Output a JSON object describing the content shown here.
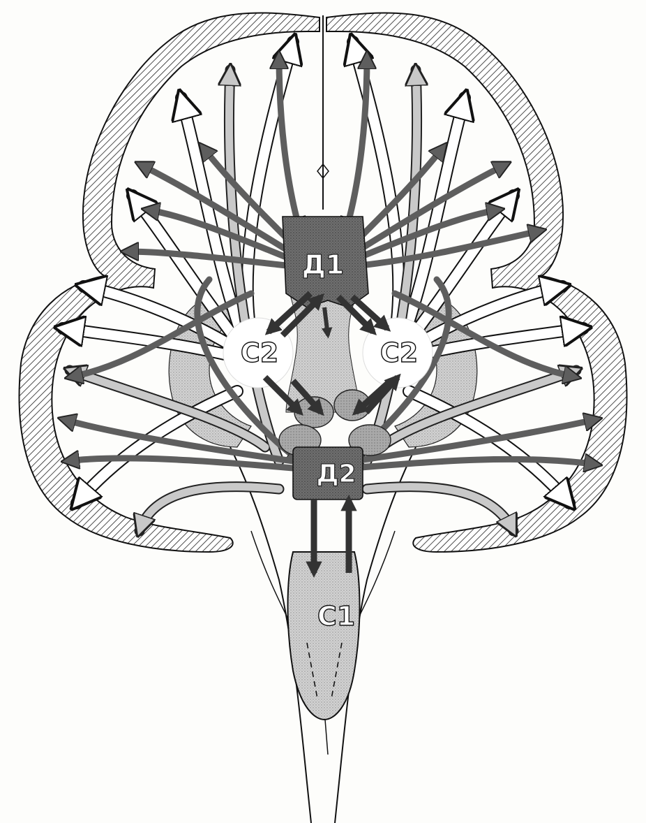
{
  "diagram": {
    "labels": {
      "d1": "Д1",
      "c2_left": "C2",
      "c2_right": "C2",
      "d2": "Д2",
      "c1": "C1"
    }
  },
  "colors": {
    "outline": "#1a1a1a",
    "paper": "#fdfdfb",
    "light_gray": "#cfcfcf",
    "mid_gray": "#9a9a9a",
    "dark_gray": "#6e6e6e",
    "darkest": "#3a3a3a",
    "white_arrow": "#ffffff"
  }
}
